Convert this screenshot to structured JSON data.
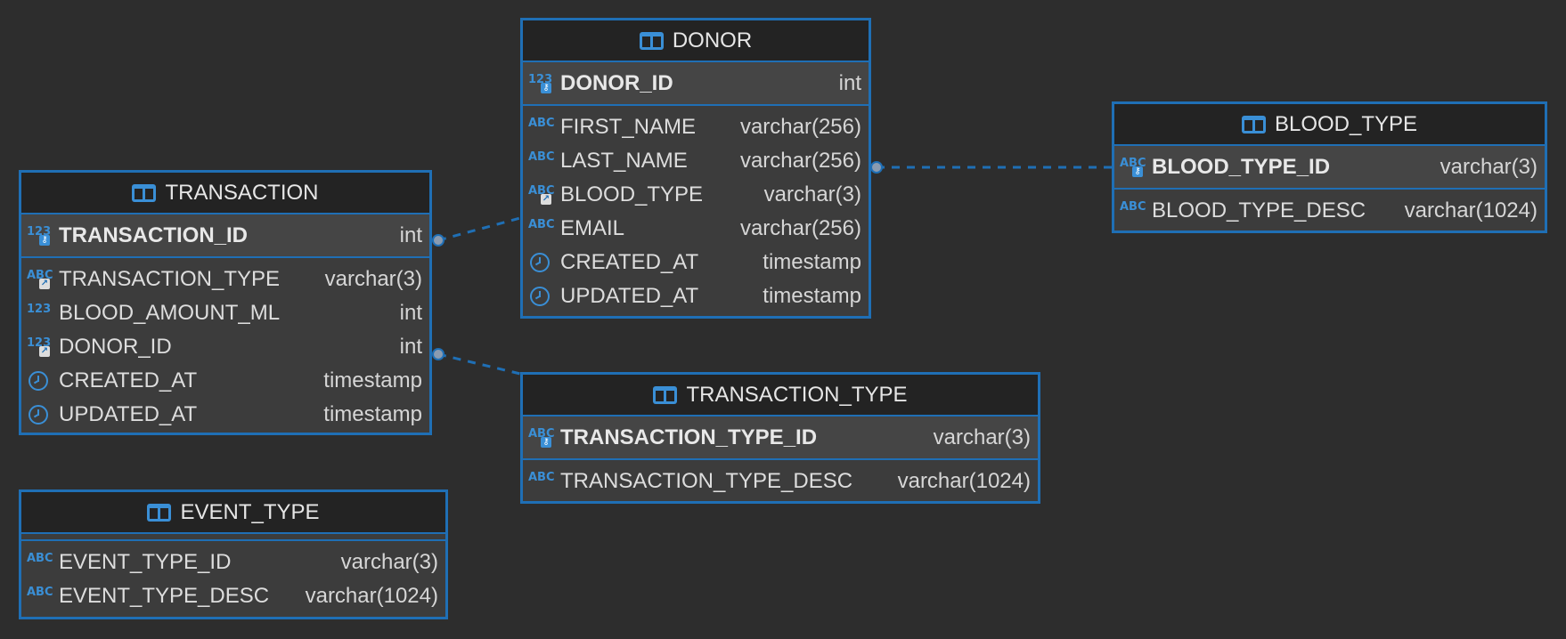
{
  "diagram": {
    "entities": {
      "transaction": {
        "name": "TRANSACTION",
        "columns": [
          {
            "name": "TRANSACTION_ID",
            "type": "int",
            "icon": "numeric-key-icon",
            "kind": "pk"
          },
          {
            "name": "TRANSACTION_TYPE",
            "type": "varchar(3)",
            "icon": "text-fk-icon",
            "kind": "fk"
          },
          {
            "name": "BLOOD_AMOUNT_ML",
            "type": "int",
            "icon": "numeric-icon",
            "kind": "col"
          },
          {
            "name": "DONOR_ID",
            "type": "int",
            "icon": "numeric-fk-icon",
            "kind": "fk"
          },
          {
            "name": "CREATED_AT",
            "type": "timestamp",
            "icon": "clock-icon",
            "kind": "col"
          },
          {
            "name": "UPDATED_AT",
            "type": "timestamp",
            "icon": "clock-icon",
            "kind": "col"
          }
        ]
      },
      "donor": {
        "name": "DONOR",
        "columns": [
          {
            "name": "DONOR_ID",
            "type": "int",
            "icon": "numeric-key-icon",
            "kind": "pk"
          },
          {
            "name": "FIRST_NAME",
            "type": "varchar(256)",
            "icon": "text-icon",
            "kind": "col"
          },
          {
            "name": "LAST_NAME",
            "type": "varchar(256)",
            "icon": "text-icon",
            "kind": "col"
          },
          {
            "name": "BLOOD_TYPE",
            "type": "varchar(3)",
            "icon": "text-fk-icon",
            "kind": "fk"
          },
          {
            "name": "EMAIL",
            "type": "varchar(256)",
            "icon": "text-icon",
            "kind": "col"
          },
          {
            "name": "CREATED_AT",
            "type": "timestamp",
            "icon": "clock-icon",
            "kind": "col"
          },
          {
            "name": "UPDATED_AT",
            "type": "timestamp",
            "icon": "clock-icon",
            "kind": "col"
          }
        ]
      },
      "blood_type": {
        "name": "BLOOD_TYPE",
        "columns": [
          {
            "name": "BLOOD_TYPE_ID",
            "type": "varchar(3)",
            "icon": "text-key-icon",
            "kind": "pk"
          },
          {
            "name": "BLOOD_TYPE_DESC",
            "type": "varchar(1024)",
            "icon": "text-icon",
            "kind": "col"
          }
        ]
      },
      "transaction_type": {
        "name": "TRANSACTION_TYPE",
        "columns": [
          {
            "name": "TRANSACTION_TYPE_ID",
            "type": "varchar(3)",
            "icon": "text-key-icon",
            "kind": "pk"
          },
          {
            "name": "TRANSACTION_TYPE_DESC",
            "type": "varchar(1024)",
            "icon": "text-icon",
            "kind": "col"
          }
        ]
      },
      "event_type": {
        "name": "EVENT_TYPE",
        "columns": [
          {
            "name": "EVENT_TYPE_ID",
            "type": "varchar(3)",
            "icon": "text-icon",
            "kind": "col"
          },
          {
            "name": "EVENT_TYPE_DESC",
            "type": "varchar(1024)",
            "icon": "text-icon",
            "kind": "col"
          }
        ]
      }
    },
    "relationships": [
      {
        "from": "TRANSACTION.TRANSACTION_ID",
        "to": "DONOR"
      },
      {
        "from": "TRANSACTION.DONOR_ID",
        "to": "TRANSACTION_TYPE"
      },
      {
        "from": "DONOR.BLOOD_TYPE",
        "to": "BLOOD_TYPE.BLOOD_TYPE_ID"
      }
    ],
    "colors": {
      "background": "#2d2d2d",
      "border": "#1f6fb5",
      "header_bg": "#232323",
      "body_bg": "#3c3c3c",
      "icon": "#3a8fd6",
      "text": "#dddddd"
    }
  }
}
